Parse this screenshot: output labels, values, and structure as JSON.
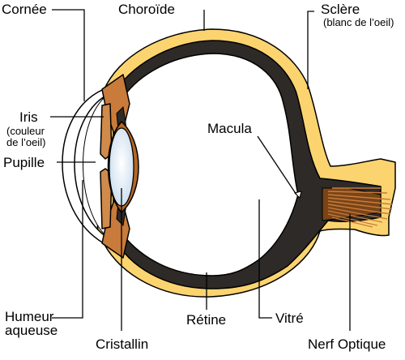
{
  "labels": {
    "cornee": "Cornée",
    "choroide": "Choroïde",
    "sclere": "Sclère",
    "sclere_note": "(blanc de l’oeil)",
    "iris": "Iris",
    "iris_note_1": "(couleur",
    "iris_note_2": "de l’oeil)",
    "pupille": "Pupille",
    "macula": "Macula",
    "humeur_1": "Humeur",
    "humeur_2": "aqueuse",
    "cristallin": "Cristallin",
    "retine": "Rétine",
    "vitre": "Vitré",
    "nerf": "Nerf Optique"
  },
  "colors": {
    "sclera": "#fcd46f",
    "choroid": "#2e2a28",
    "vitreous": "#ffffff",
    "iris": "#c87b3a",
    "iris_dark": "#7a3c12",
    "lens": "#d8e6f3",
    "outline": "#000000"
  }
}
